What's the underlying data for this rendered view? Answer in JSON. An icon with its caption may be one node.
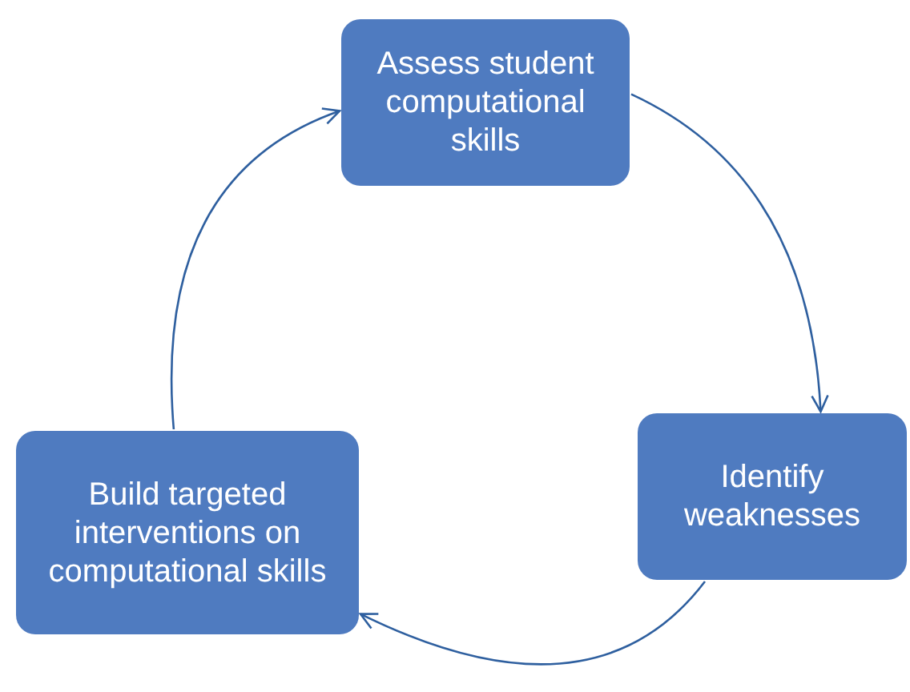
{
  "diagram": {
    "nodes": [
      {
        "text": [
          "Assess student computational skills"
        ]
      },
      {
        "text": [
          "Identify weaknesses"
        ]
      },
      {
        "text": [
          "Build targeted interventions on computational skills"
        ]
      }
    ],
    "edges": [
      {
        "from": 0,
        "to": 1,
        "arrow": "to"
      },
      {
        "from": 1,
        "to": 2,
        "arrow": "to"
      },
      {
        "from": 2,
        "to": 0,
        "arrow": "to"
      }
    ]
  }
}
